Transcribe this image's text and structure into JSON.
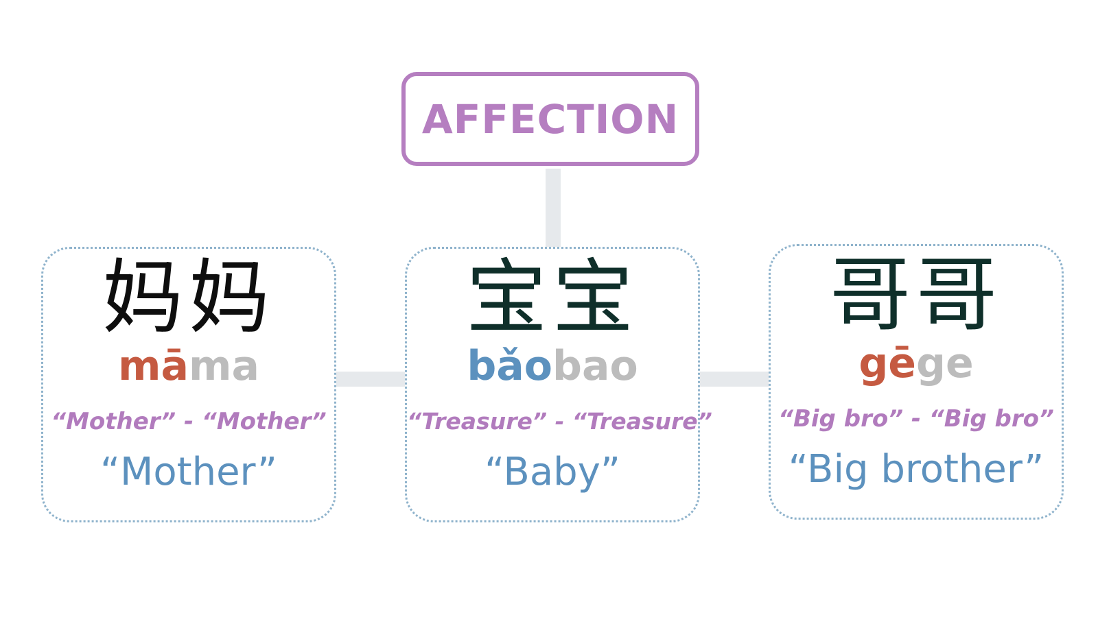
{
  "category": {
    "label": "AFFECTION",
    "color": "#b57ec0"
  },
  "connector_color": "#e6e9ec",
  "card_border_color": "#8fb3cc",
  "terms": [
    {
      "hanzi": "妈妈",
      "pinyin_first": "mā",
      "pinyin_repeat": "ma",
      "pinyin_first_color": "#c55a41",
      "literal": "“Mother” - “Mother”",
      "meaning": "“Mother”"
    },
    {
      "hanzi": "宝宝",
      "pinyin_first": "bǎo",
      "pinyin_repeat": "bao",
      "pinyin_first_color": "#5c91be",
      "literal": "“Treasure” - “Treasure”",
      "meaning": "“Baby”"
    },
    {
      "hanzi": "哥哥",
      "pinyin_first": "gē",
      "pinyin_repeat": "ge",
      "pinyin_first_color": "#c55a41",
      "literal": "“Big bro” - “Big bro”",
      "meaning": "“Big brother”"
    }
  ],
  "colors": {
    "pinyin_repeat": "#bcbcbc",
    "literal": "#b17bbd",
    "meaning": "#5c91be"
  }
}
